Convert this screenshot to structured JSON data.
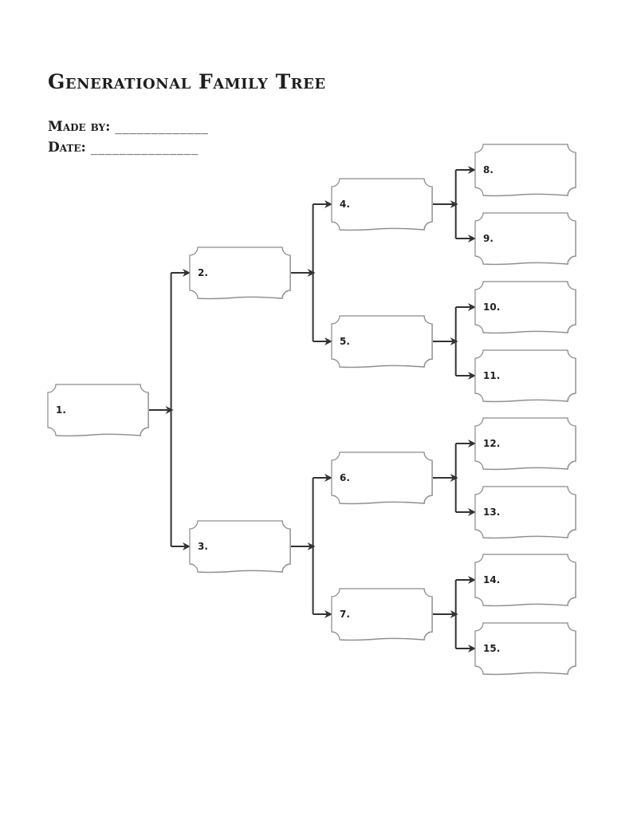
{
  "document": {
    "title": "Generational Family Tree",
    "made_by_label": "Made by:",
    "made_by_line": "_____________",
    "date_label": "Date:",
    "date_line": "_______________"
  },
  "tree": {
    "people": [
      {
        "number": 1,
        "label": "1."
      },
      {
        "number": 2,
        "label": "2."
      },
      {
        "number": 3,
        "label": "3."
      },
      {
        "number": 4,
        "label": "4."
      },
      {
        "number": 5,
        "label": "5."
      },
      {
        "number": 6,
        "label": "6."
      },
      {
        "number": 7,
        "label": "7."
      },
      {
        "number": 8,
        "label": "8."
      },
      {
        "number": 9,
        "label": "9."
      },
      {
        "number": 10,
        "label": "10."
      },
      {
        "number": 11,
        "label": "11."
      },
      {
        "number": 12,
        "label": "12."
      },
      {
        "number": 13,
        "label": "13."
      },
      {
        "number": 14,
        "label": "14."
      },
      {
        "number": 15,
        "label": "15."
      }
    ]
  }
}
